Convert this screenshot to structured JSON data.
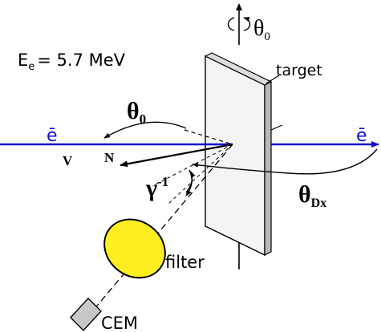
{
  "labels": {
    "energy_main": "E",
    "energy_sub": "e",
    "energy_value": "= 5.7 MeV",
    "target": "target",
    "theta_top": "θ",
    "theta_top_sub": "0",
    "theta_left": "θ",
    "theta_left_sub": "0",
    "theta_dx": "θ",
    "theta_dx_sub": "Dx",
    "electron_in": "ē",
    "electron_out": "ē",
    "velocity": "V",
    "normal": "N",
    "gamma": "γ",
    "gamma_exp": "-1",
    "filter": "filter",
    "detector": "CEM"
  },
  "colors": {
    "beam": "#1010d0",
    "filter_fill": "#ffee22",
    "target_face": "#f4f4f4",
    "target_edge": "#b8b8b8",
    "ink": "#000000"
  }
}
